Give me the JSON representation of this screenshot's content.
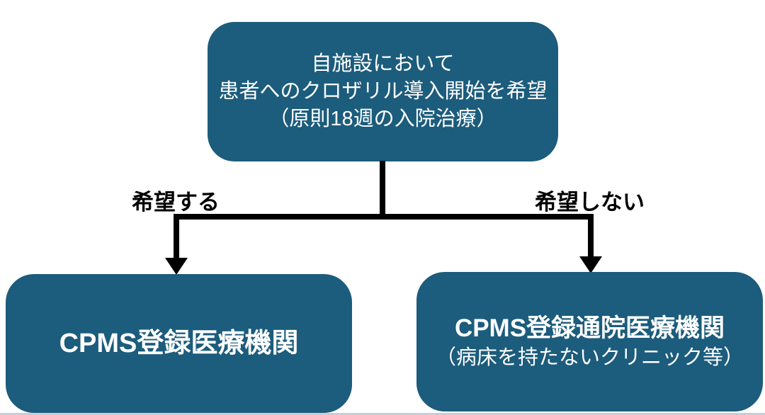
{
  "diagram": {
    "top_node": {
      "lines": [
        "自施設において",
        "患者へのクロザリル導入開始を希望",
        "（原則18週の入院治療）"
      ]
    },
    "branch_labels": {
      "left": "希望する",
      "right": "希望しない"
    },
    "left_node": {
      "title": "CPMS登録医療機関"
    },
    "right_node": {
      "title": "CPMS登録通院医療機関",
      "subtitle": "（病床を持たないクリニック等）"
    },
    "colors": {
      "node_fill": "#1c5c7c",
      "node_text": "#ffffff",
      "connector": "#000000",
      "label_text": "#000000"
    }
  }
}
